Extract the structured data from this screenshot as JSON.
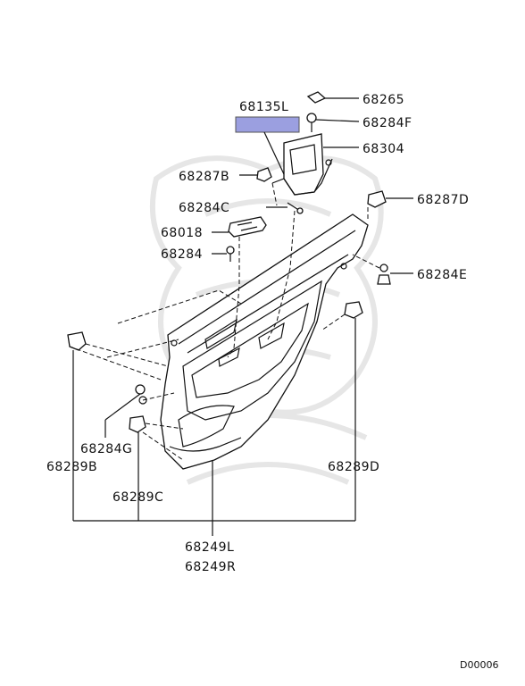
{
  "diagram": {
    "parts": {
      "p68135L": "68135L",
      "p68265": "68265",
      "p68284F": "68284F",
      "p68304": "68304",
      "p68287B": "68287B",
      "p68287D": "68287D",
      "p68284C": "68284C",
      "p68018": "68018",
      "p68284": "68284",
      "p68284E": "68284E",
      "p68284G": "68284G",
      "p68289B": "68289B",
      "p68289D": "68289D",
      "p68289C": "68289C",
      "p68249L": "68249L",
      "p68249R": "68249R"
    },
    "highlight_color": "#9b9fe0",
    "code": "D00006"
  }
}
